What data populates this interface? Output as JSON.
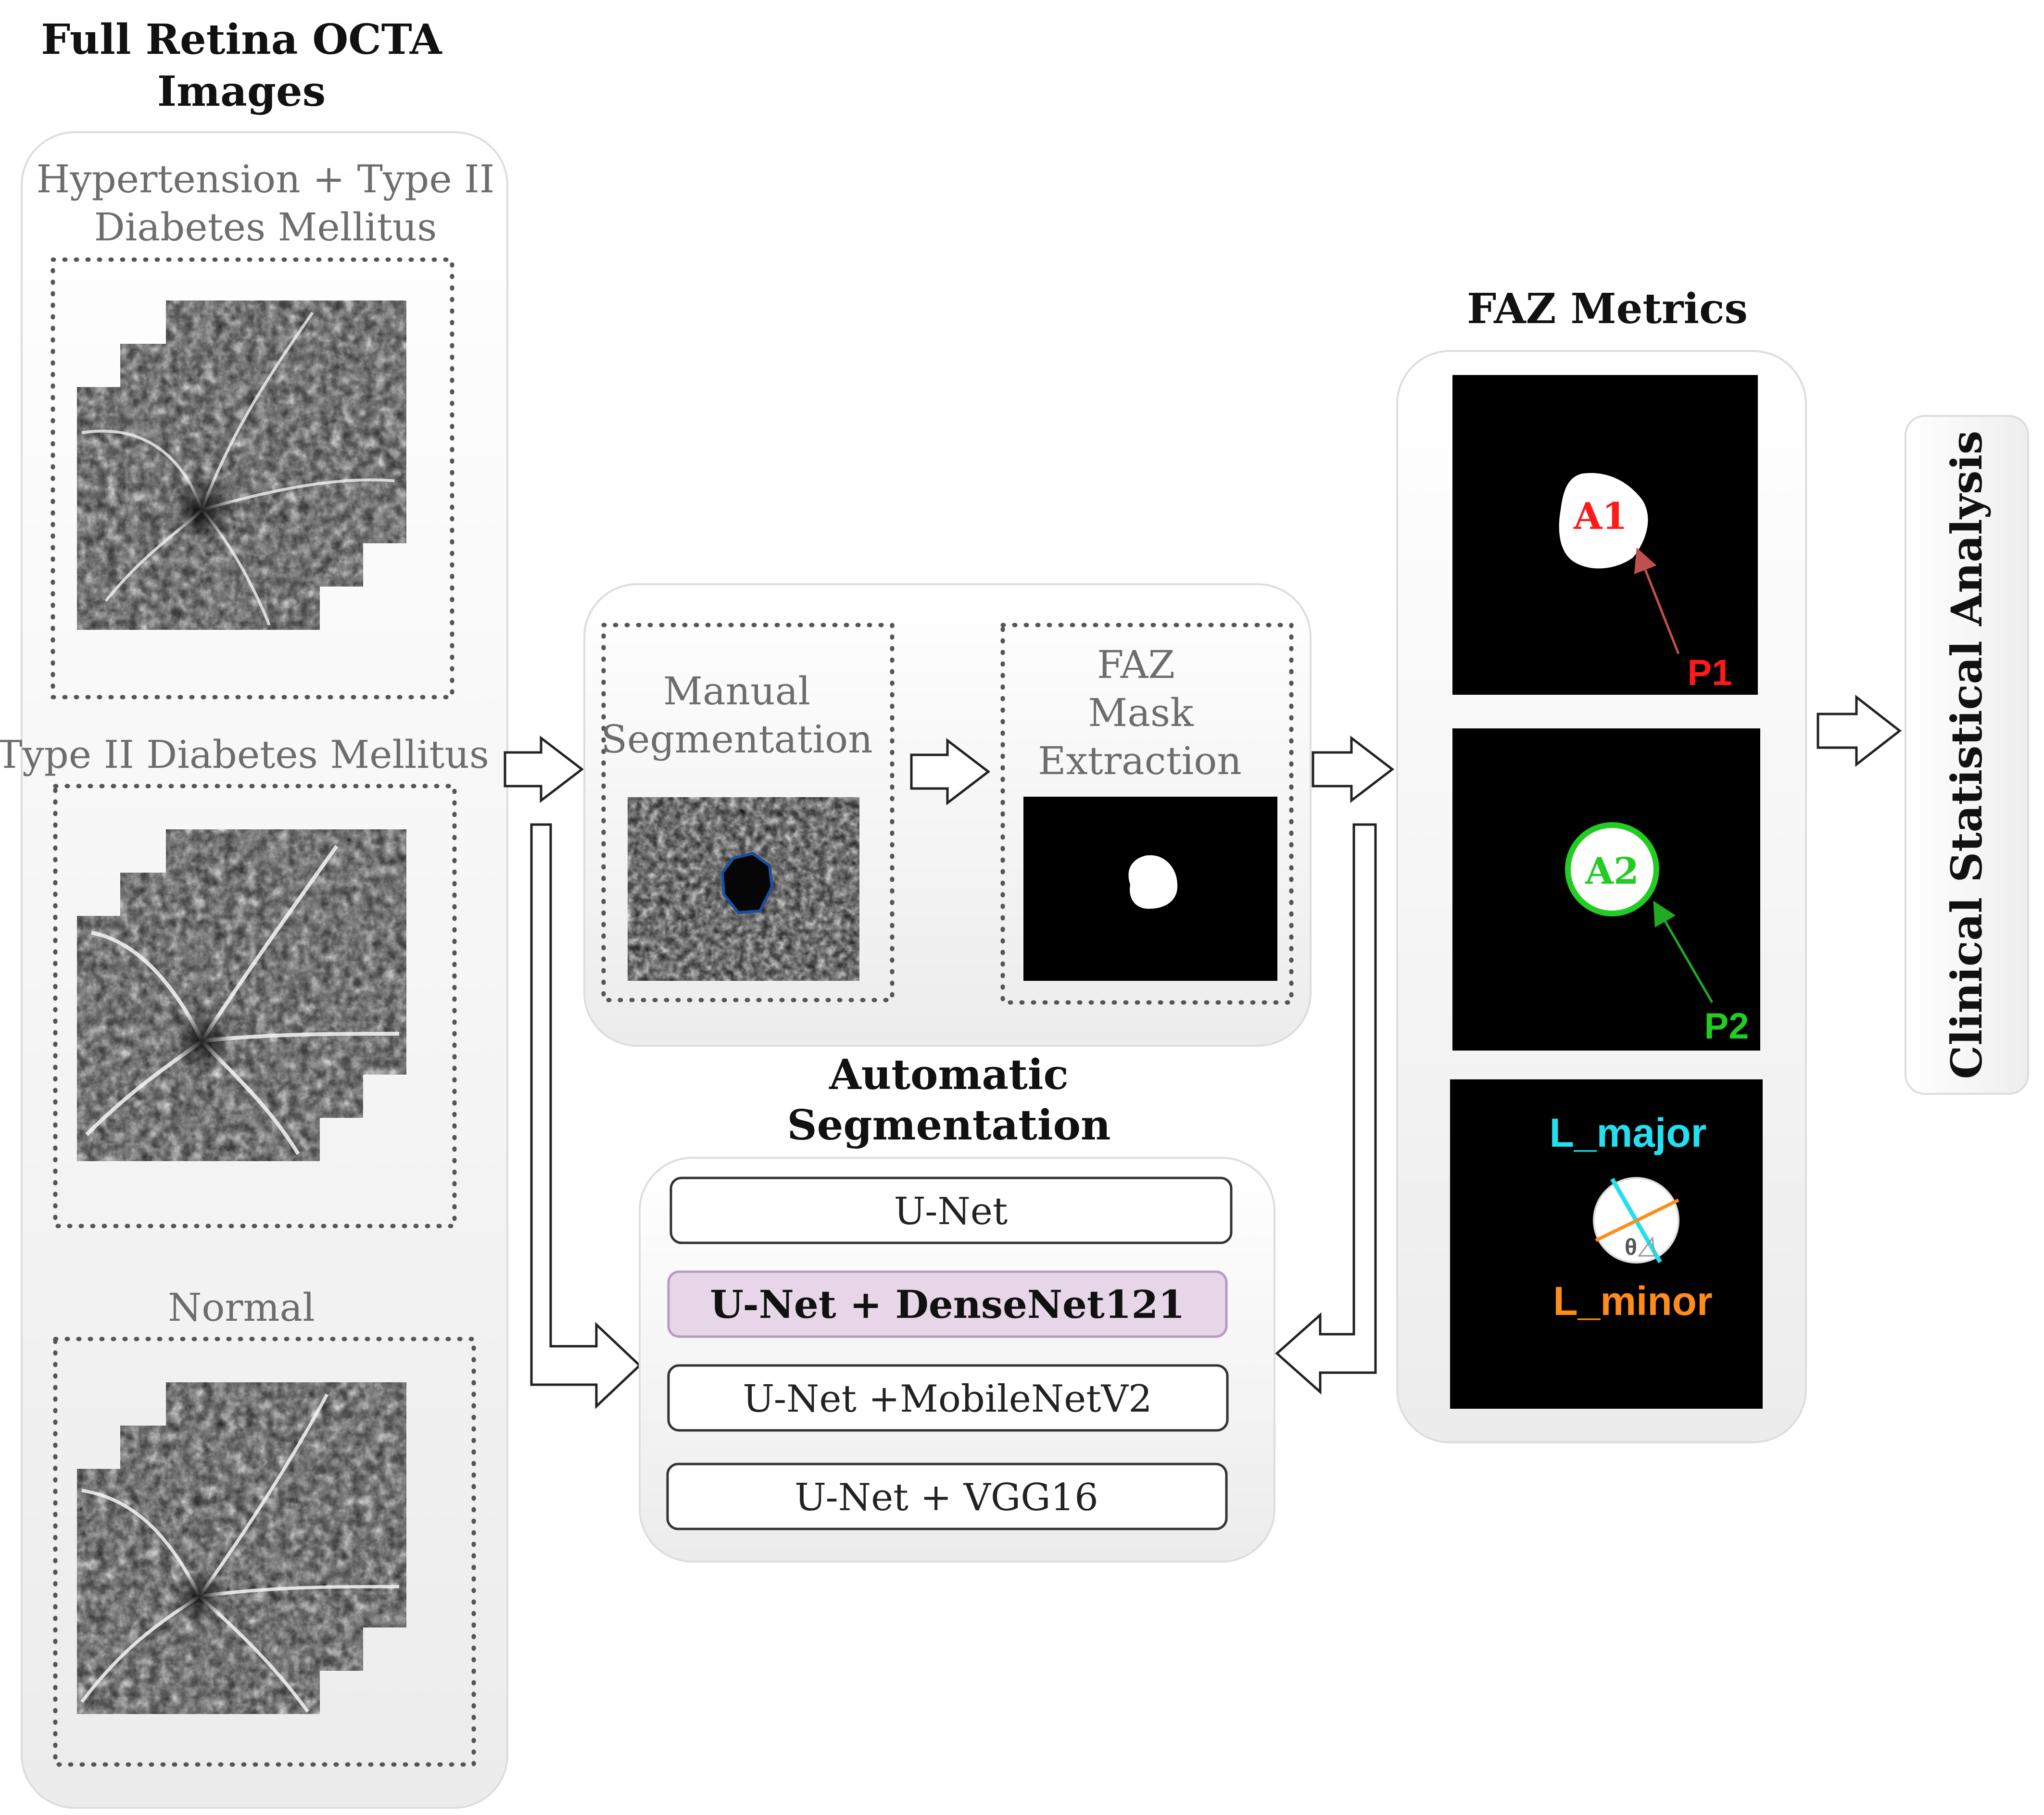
{
  "octa_section": {
    "title_line1": "Full Retina OCTA",
    "title_line2": "Images",
    "groups": [
      {
        "label_line1": "Hypertension + Type II",
        "label_line2": "Diabetes Mellitus"
      },
      {
        "label_line1": "Type II Diabetes Mellitus",
        "label_line2": ""
      },
      {
        "label_line1": "Normal",
        "label_line2": ""
      }
    ]
  },
  "manual_section": {
    "manual_line1": "Manual",
    "manual_line2": "Segmentation",
    "faz_line1": "FAZ",
    "faz_line2": "Mask",
    "faz_line3": "Extraction"
  },
  "auto_section": {
    "title_line1": "Automatic",
    "title_line2": "Segmentation",
    "models": [
      "U-Net",
      "U-Net + DenseNet121",
      "U-Net +MobileNetV2",
      "U-Net + VGG16"
    ],
    "highlight_fill": "#e6d6e8",
    "highlight_stroke": "#b79bc0"
  },
  "metrics_section": {
    "title": "FAZ Metrics",
    "a1": "A1",
    "p1": "P1",
    "a2": "A2",
    "p2": "P2",
    "lmajor": "L_major",
    "lminor": "L_minor",
    "theta": "θ",
    "colors": {
      "area": "#ff1a1a",
      "perimeter": "#22cc22",
      "major": "#22e0f0",
      "minor": "#ff8c1a"
    }
  },
  "analysis_section": {
    "label": "Clinical Statistical Analysis"
  }
}
